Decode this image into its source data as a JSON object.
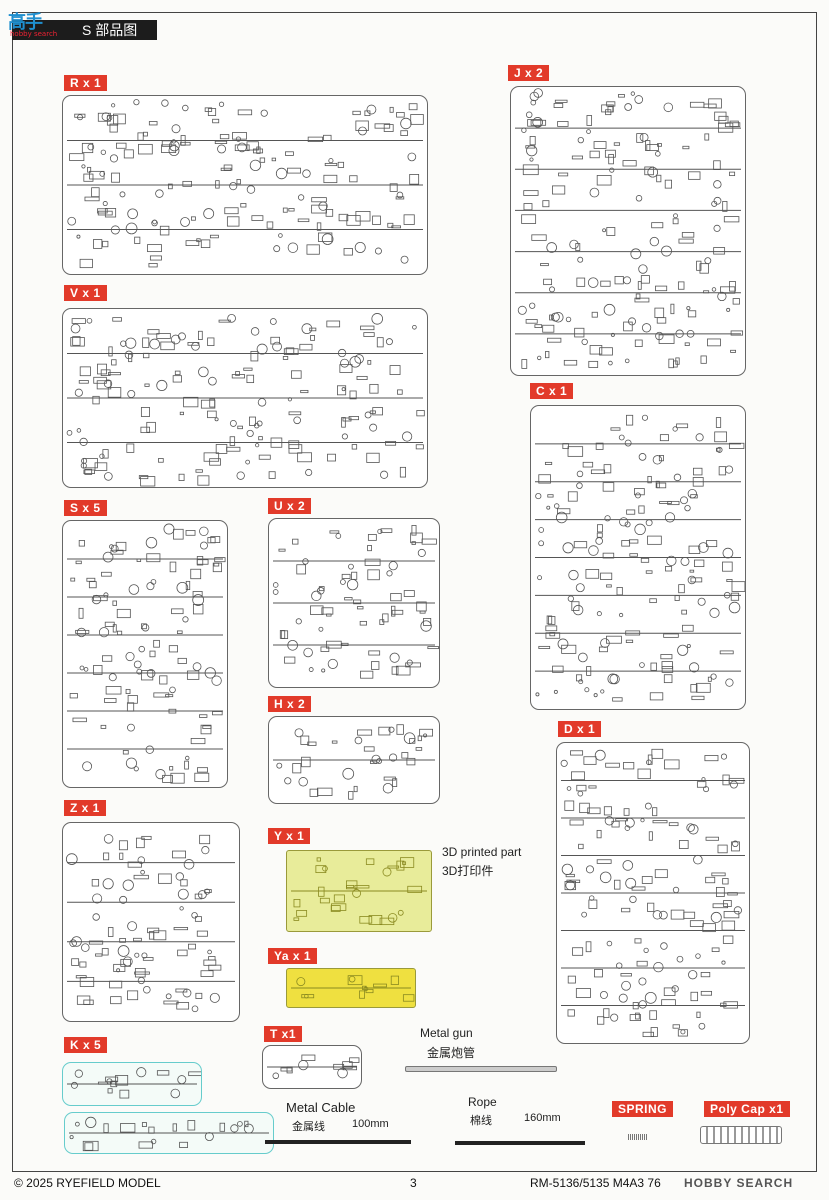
{
  "header": {
    "logo": "高手",
    "logo_sub": "hobby search",
    "title": "S 部品图"
  },
  "sprues": {
    "r": "R x 1",
    "v": "V x 1",
    "j": "J x 2",
    "c": "C x 1",
    "s": "S x 5",
    "u": "U x 2",
    "h": "H x 2",
    "d": "D x 1",
    "z": "Z x 1",
    "y": "Y x 1",
    "ya": "Ya x 1",
    "k": "K x 5",
    "t": "T x1"
  },
  "extras": {
    "printed_en": "3D printed part",
    "printed_cn": "3D打印件",
    "gun_en": "Metal gun",
    "gun_cn": "金属炮管",
    "cable_en": "Metal Cable",
    "cable_cn": "金属线",
    "cable_len": "100mm",
    "rope_en": "Rope",
    "rope_cn": "棉线",
    "rope_len": "160mm",
    "spring": "SPRING",
    "polycap": "Poly Cap x1"
  },
  "footer": {
    "copyright": "© 2025 RYEFIELD MODEL",
    "page": "3",
    "code": "RM-5136/5135 M4A3 76",
    "watermark": "HOBBY SEARCH"
  },
  "colors": {
    "accent": "#e23a2a",
    "pe": "#e8ec9a"
  }
}
